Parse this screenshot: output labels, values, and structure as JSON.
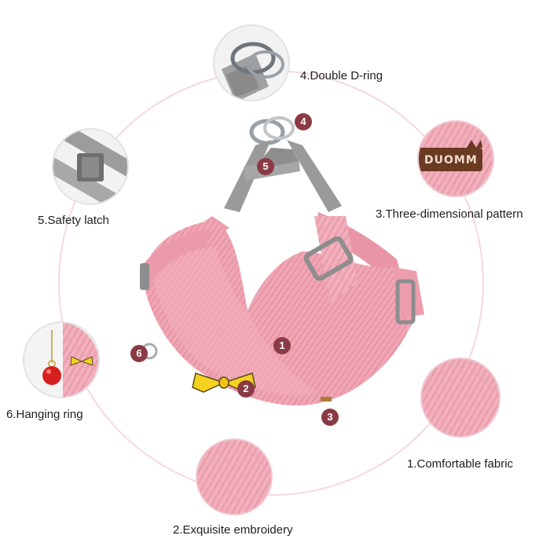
{
  "features": [
    {
      "id": "comfortable-fabric",
      "label": "1.Comfortable fabric"
    },
    {
      "id": "exquisite-embroidery",
      "label": "2.Exquisite embroidery"
    },
    {
      "id": "three-dimensional-pattern",
      "label": "3.Three-dimensional pattern"
    },
    {
      "id": "double-d-ring",
      "label": "4.Double D-ring"
    },
    {
      "id": "safety-latch",
      "label": "5.Safety latch"
    },
    {
      "id": "hanging-ring",
      "label": "6.Hanging ring"
    }
  ],
  "markers": [
    "1",
    "2",
    "3",
    "4",
    "5",
    "6"
  ],
  "logo_text": "DUOMM",
  "colors": {
    "fabric_pink": "#f0a6b4",
    "fabric_pink_dark": "#d98c9b",
    "strap_gray": "#9a9a9a",
    "marker": "#8a3a44",
    "circle_line": "#f4d9df",
    "bow_yellow": "#f5d21f"
  }
}
